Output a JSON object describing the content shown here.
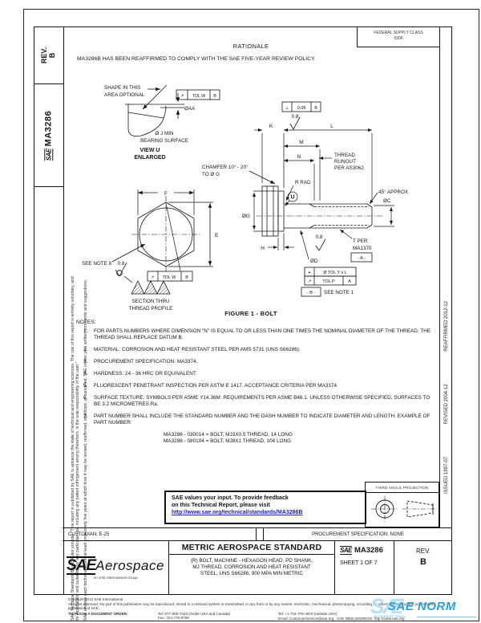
{
  "left_margin": {
    "rev_line1": "REV.",
    "rev_line2": "B",
    "doc_box_logo": "SAE",
    "doc_box_number": "MA3286",
    "disclaimer_p1": "SAE Technical Standards Board Rules provide: “This report is published by SAE to advance the state of technical and engineering sciences. The use of this report is entirely voluntary, and its applicability and suitability for any particular use, including any patent infringement arising therefrom, is the sole responsibility of the user.”",
    "disclaimer_p2": "SAE reviews each technical report at least once every five years at which time it may be revised, reaffirmed, stabilized, or cancelled. SAE invites your written comments and suggestions."
  },
  "right_margin": {
    "issued": "ISSUED 1997-07",
    "revised": "REVISED 2004-12",
    "reaffirmed": "REAFFIRMED 2012-12"
  },
  "header": {
    "fsc_label": "FEDERAL SUPPLY CLASS",
    "fsc_code": "5306",
    "rationale_title": "RATIONALE",
    "rationale_body": "MA3286B HAS BEEN REAFFIRMED TO COMPLY WITH THE SAE FIVE-YEAR REVIEW POLICY."
  },
  "drawing": {
    "shape_note_1": "SHAPE IN THIS",
    "shape_note_2": "AREA OPTIONAL",
    "fcf_runout_sym": "↗",
    "fcf_runout_tol": "TOL W",
    "fcf_runout_datum": "B",
    "dia_aa": "ØAA",
    "bearing_1": "Ø J MIN",
    "bearing_2": "BEARING SURFACE",
    "view_u": "VIEW U",
    "view_u_sub": "ENLARGED",
    "chamfer_1": "CHAMFER 10° - 20°",
    "chamfer_2": "TO Ø G",
    "perp_sym": "⊥",
    "perp_tol": "0.08",
    "perp_datum": "B",
    "finish": "0.8",
    "dim_k": "K",
    "dim_l": "L",
    "dim_m": "M",
    "dim_n": "N",
    "dim_e": "E",
    "dim_f": "F",
    "dim_h": "H",
    "detail_u": "U",
    "r_rad": "R RAD",
    "runout_1": "THREAD",
    "runout_2": "RUNOUT",
    "runout_3": "PER AS3062",
    "approx_45": "45° APPROX",
    "dia_c": "ØC",
    "dia_d": "ØD",
    "dia_g": "ØG",
    "t_per_1": "T PER",
    "t_per_2": "MA1370",
    "datum_a": "- A -",
    "datum_b": "- B -",
    "fcf_pos_sym": "⌖",
    "fcf_pos_val": "Ø TOL Y x L",
    "fcf_or_sym": "↗",
    "fcf_or_tol": "TOL P",
    "fcf_or_datum": "A",
    "see_note_1": "SEE NOTE 1",
    "see_note_8": "SEE NOTE 8",
    "section_1": "SECTION THRU",
    "section_2": "THREAD PROFILE",
    "figure_caption": "FIGURE 1 - BOLT"
  },
  "notes": {
    "title": "NOTES:",
    "items": [
      {
        "num": "1.",
        "text": "FOR PARTS NUMBERS WHERE DIMENSION \"N\" IS EQUAL TO OR LESS THAN ONE TIMES THE NOMINAL DIAMETER OF THE THREAD, THE THREAD SHALL REPLACE DATUM B."
      },
      {
        "num": "2.",
        "text": "MATERIAL: CORROSION AND HEAT RESISTANT STEEL PER AMS 5731 (UNS S66286)."
      },
      {
        "num": "3.",
        "text": "PROCUREMENT SPECIFICATION: MA3374."
      },
      {
        "num": "4.",
        "text": "HARDNESS: 24 - 36 HRC OR EQUIVALENT."
      },
      {
        "num": "5.",
        "text": "FLUORESCENT PENETRANT INSPECTION PER ASTM E 1417. ACCEPTANCE CRITERIA PER MA3374."
      },
      {
        "num": "6.",
        "text": "SURFACE TEXTURE: SYMBOLS PER ASME Y14.36M. REQUIREMENTS PER ASME B46.1. UNLESS OTHERWISE SPECIFIED, SURFACES TO BE 3.2 MICROMETRES Ra."
      },
      {
        "num": "7.",
        "text": "PART NUMBER SHALL INCLUDE THE STANDARD NUMBER AND THE DASH NUMBER TO INDICATE DIAMETER AND LENGTH. EXAMPLE OF PART NUMBER:"
      }
    ],
    "example_1": "MA3286 - 030014  =  BOLT, MJ3X0.5 THREAD,  14  LONG",
    "example_2": "MA3286 - 080104  =  BOLT, MJ8X1  THREAD,  104  LONG"
  },
  "feedback": {
    "line1": "SAE values your input. To provide feedback",
    "line2": "on this Technical Report, please visit",
    "url": "http://www.sae.org/technical/standards/MA3286B"
  },
  "projection": {
    "label": "THIRD ANGLE PROJECTION"
  },
  "custodian_row": {
    "custodian": "CUSTODIAN: E-25",
    "procurement": "PROCUREMENT SPECIFICATION: NONE"
  },
  "title_block": {
    "logo_sae": "SAE",
    "logo_aerospace": "Aerospace",
    "logo_tagline": "An SAE International Group",
    "standard_type": "METRIC AEROSPACE STANDARD",
    "title_line1": "(R) BOLT, MACHINE - HEXAGON HEAD, PD SHANK,",
    "title_line2": "MJ THREAD, CORROSION AND HEAT RESISTANT",
    "title_line3": "STEEL, UNS S66286, 900 MPA MIN  METRIC",
    "doc_logo": "SAE",
    "doc_number": "MA3286",
    "sheet": "SHEET 1 OF 7",
    "rev_label": "REV.",
    "rev_value": "B"
  },
  "footer": {
    "copyright": "Copyright 2012 SAE International",
    "rights": "All rights reserved. No part of this publication may be reproduced, stored in a retrieval system or transmitted, in any form or by any means, electronic, mechanical, photocopying, recording, or otherwise, without the prior written permission of SAE.",
    "order_label": "TO PLACE A DOCUMENT ORDER:",
    "tel_inside": "Tel: 877-606-7323 (inside USA and Canada)",
    "tel_outside": "Tel: +1 724-776-4970 (outside USA)",
    "fax": "Fax: 724-776-0790",
    "email": "Email: CustomerService@sae.org",
    "web": "SAE WEB ADDRESS: http://www.sae.org"
  },
  "watermark": {
    "glyph": "SÆ",
    "text": "SAE NORM",
    "sub": "INTERNATIONAL"
  }
}
